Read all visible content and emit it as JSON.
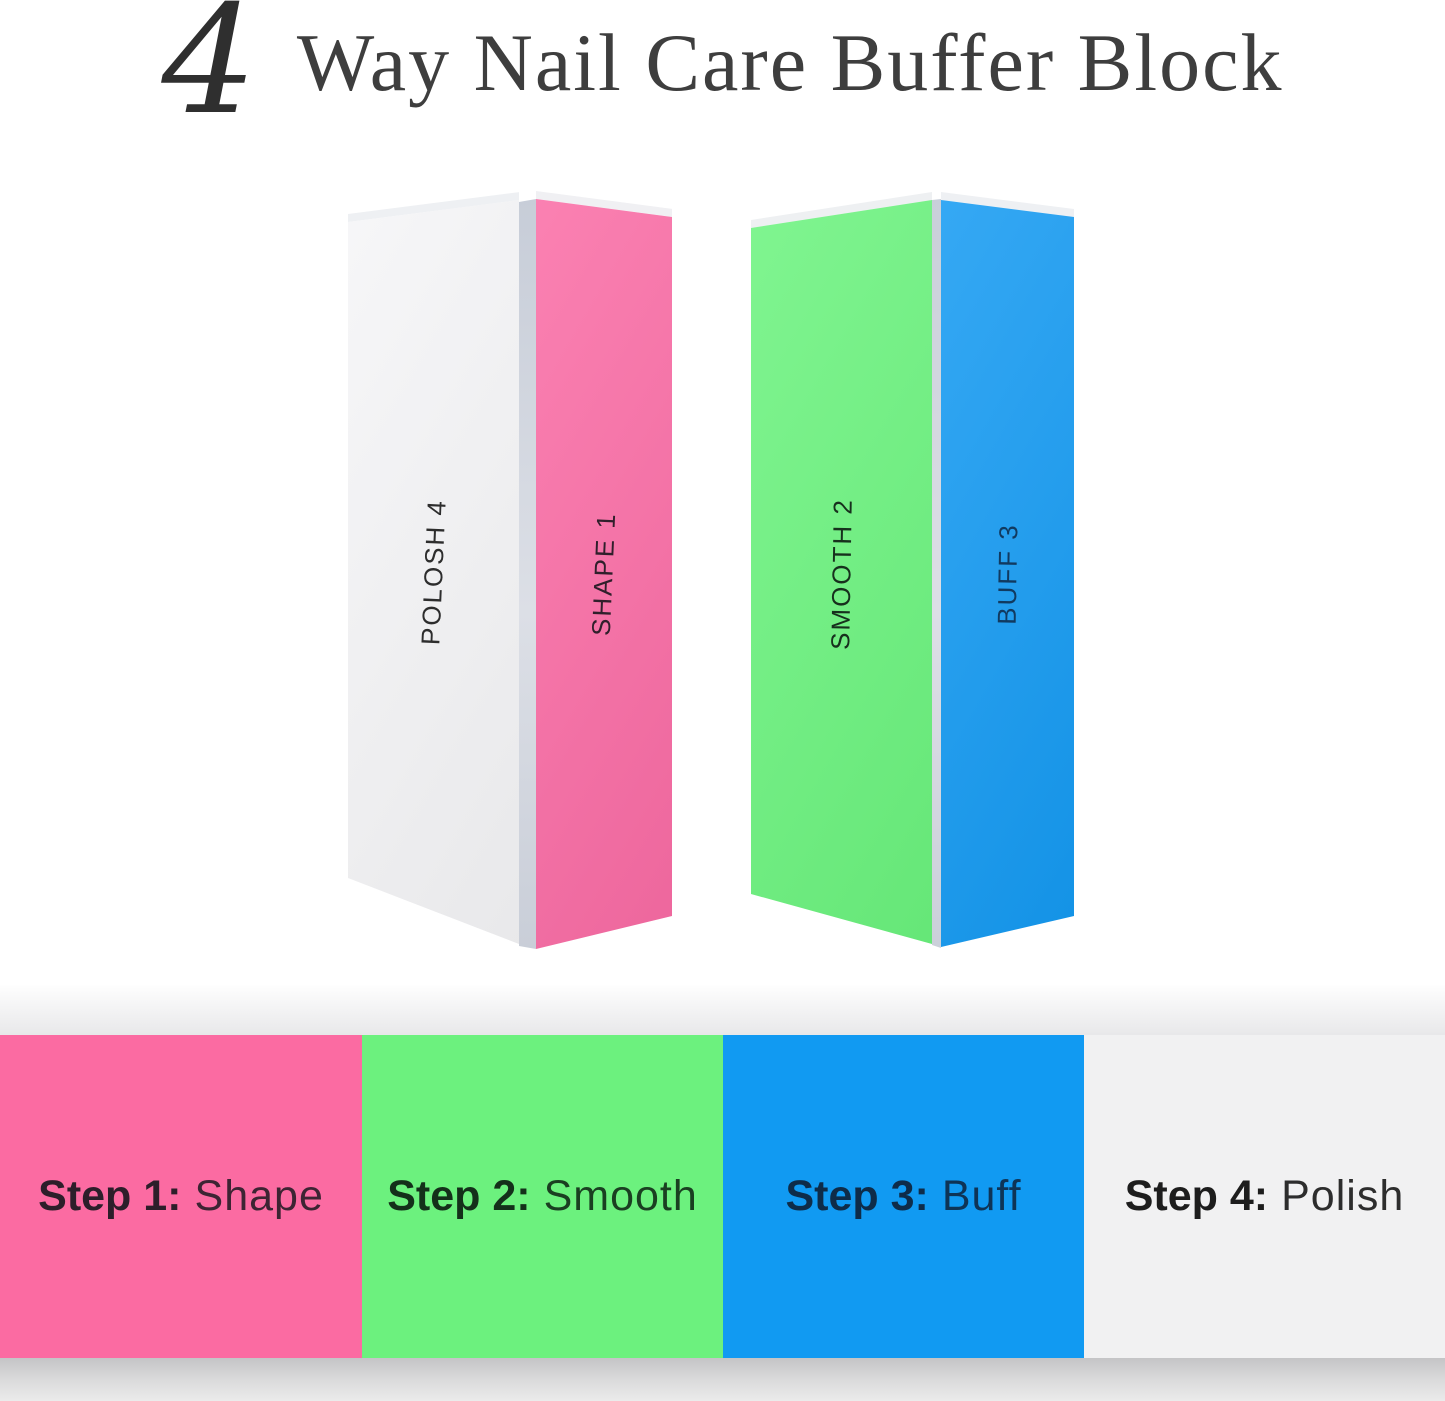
{
  "title": {
    "numeral": "4",
    "text": "Way Nail Care Buffer Block"
  },
  "buffer_blocks": {
    "left": {
      "faces": [
        {
          "label": "POLOSH 4",
          "color": "#f5f5f7",
          "text_color": "#2d2d2d"
        },
        {
          "label": "SHAPE 1",
          "color": "#fa6ca5",
          "text_color": "#301f2b"
        }
      ]
    },
    "right": {
      "faces": [
        {
          "label": "SMOOTH 2",
          "color": "#6bf37e",
          "text_color": "#17301d"
        },
        {
          "label": "BUFF 3",
          "color": "#149af2",
          "text_color": "#113a60"
        }
      ]
    }
  },
  "steps": [
    {
      "prefix": "Step 1:",
      "name": "Shape",
      "color": "#fb6ba2",
      "text_color": "#2d1e2a"
    },
    {
      "prefix": "Step 2:",
      "name": "Smooth",
      "color": "#6cf17e",
      "text_color": "#14301a"
    },
    {
      "prefix": "Step 3:",
      "name": "Buff",
      "color": "#119af2",
      "text_color": "#0e2c49"
    },
    {
      "prefix": "Step 4:",
      "name": "Polish",
      "color": "#f1f1f2",
      "text_color": "#1d1d1d"
    }
  ]
}
